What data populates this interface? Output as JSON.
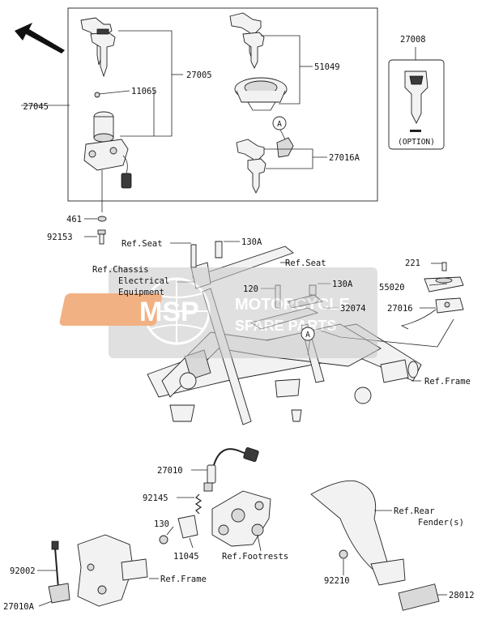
{
  "diagram": {
    "parts": {
      "p27045": "27045",
      "p27005": "27005",
      "p11065": "11065",
      "p51049": "51049",
      "p27016A": "27016A",
      "p27008": "27008",
      "option": "(OPTION)",
      "p461": "461",
      "p92153": "92153",
      "p130A_1": "130A",
      "p130A_2": "130A",
      "p221": "221",
      "p55020": "55020",
      "p120": "120",
      "p32074": "32074",
      "p27016": "27016",
      "p27010": "27010",
      "p92145": "92145",
      "p130": "130",
      "p11045": "11045",
      "p92002": "92002",
      "p27010A": "27010A",
      "p92210": "92210",
      "p28012": "28012"
    },
    "refs": {
      "ref_seat_1": "Ref.Seat",
      "ref_seat_2": "Ref.Seat",
      "ref_chassis_1": "Ref.Chassis",
      "ref_chassis_2": "Electrical",
      "ref_chassis_3": "Equipment",
      "ref_frame_1": "Ref.Frame",
      "ref_frame_2": "Ref.Frame",
      "ref_footrests": "Ref.Footrests",
      "ref_rear_fender_1": "Ref.Rear",
      "ref_rear_fender_2": "Fender(s)"
    },
    "callouts": {
      "a1": "A",
      "a2": "A"
    },
    "watermark": {
      "main": "MSP",
      "sub1": "MOTORCYCLE",
      "sub2": "SPARE PARTS"
    }
  }
}
